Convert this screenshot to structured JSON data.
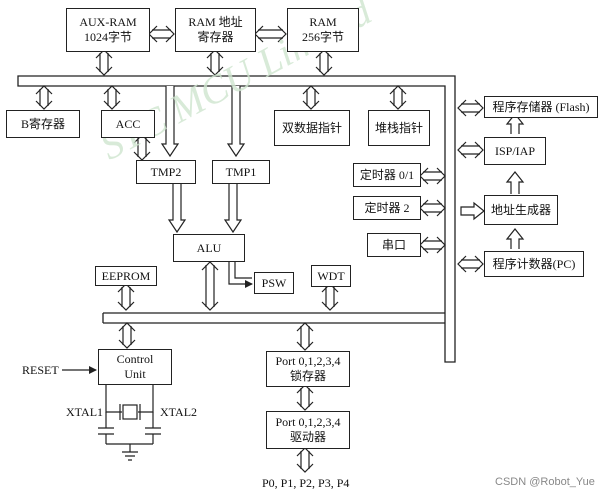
{
  "watermark": "STC MCU Limited",
  "credit": "CSDN @Robot_Yue",
  "blocks": {
    "aux_ram": "AUX-RAM\n1024字节",
    "ram_addr": "RAM 地址\n寄存器",
    "ram256": "RAM\n256字节",
    "b_reg": "B寄存器",
    "acc": "ACC",
    "dptr": "双数据指针",
    "sp": "堆栈指针",
    "tmp2": "TMP2",
    "tmp1": "TMP1",
    "alu": "ALU",
    "psw": "PSW",
    "eeprom": "EEPROM",
    "wdt": "WDT",
    "timer01": "定时器 0/1",
    "timer2": "定时器 2",
    "uart": "串口",
    "flash": "程序存储器 (Flash)",
    "isp": "ISP/IAP",
    "addr_gen": "地址生成器",
    "pc": "程序计数器(PC)",
    "control": "Control\nUnit",
    "port_latch": "Port 0,1,2,3,4\n锁存器",
    "port_driver": "Port 0,1,2,3,4\n驱动器"
  },
  "labels": {
    "reset": "RESET",
    "xtal1": "XTAL1",
    "xtal2": "XTAL2",
    "ports_out": "P0, P1, P2, P3, P4"
  }
}
